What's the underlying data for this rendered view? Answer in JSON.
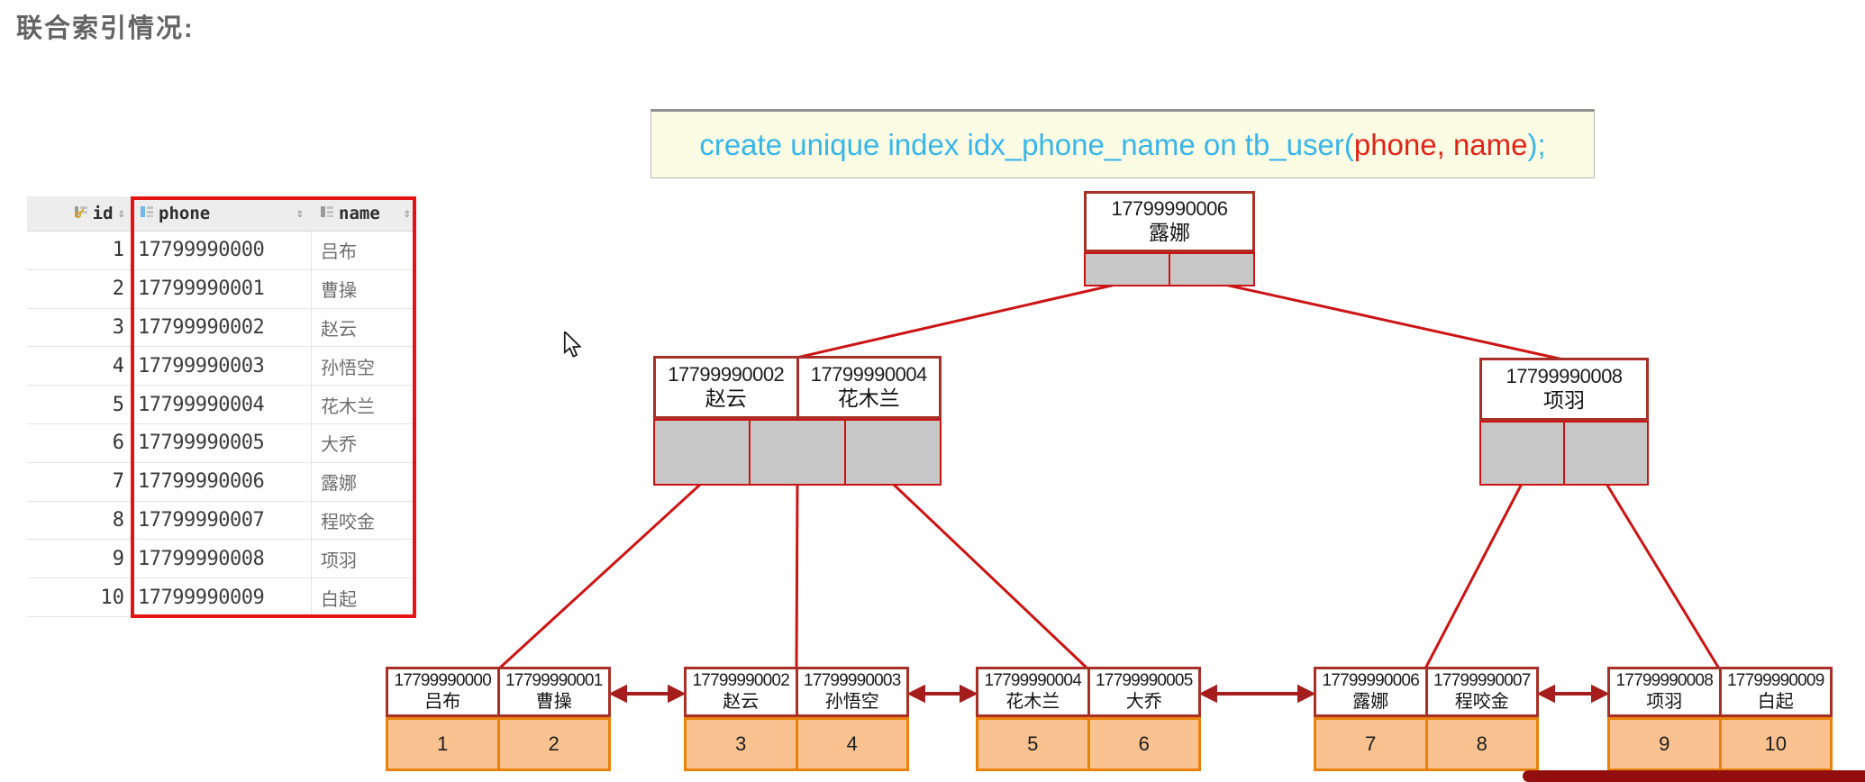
{
  "page": {
    "title": "联合索引情况:"
  },
  "sql": {
    "prefix": "create unique index idx_phone_name on tb_user(",
    "columns": "phone, name",
    "suffix": ");"
  },
  "table": {
    "columns": [
      {
        "label": "id",
        "sort_icon": "⇕"
      },
      {
        "label": "phone",
        "sort_icon": "⇕"
      },
      {
        "label": "name",
        "sort_icon": "⇕"
      }
    ],
    "rows": [
      {
        "id": "1",
        "phone": "17799990000",
        "name": "吕布"
      },
      {
        "id": "2",
        "phone": "17799990001",
        "name": "曹操"
      },
      {
        "id": "3",
        "phone": "17799990002",
        "name": "赵云"
      },
      {
        "id": "4",
        "phone": "17799990003",
        "name": "孙悟空"
      },
      {
        "id": "5",
        "phone": "17799990004",
        "name": "花木兰"
      },
      {
        "id": "6",
        "phone": "17799990005",
        "name": "大乔"
      },
      {
        "id": "7",
        "phone": "17799990006",
        "name": "露娜"
      },
      {
        "id": "8",
        "phone": "17799990007",
        "name": "程咬金"
      },
      {
        "id": "9",
        "phone": "17799990008",
        "name": "项羽"
      },
      {
        "id": "10",
        "phone": "17799990009",
        "name": "白起"
      }
    ]
  },
  "tree": {
    "root": {
      "keys": [
        {
          "phone": "17799990006",
          "name": "露娜"
        }
      ]
    },
    "internals": [
      {
        "keys": [
          {
            "phone": "17799990002",
            "name": "赵云"
          },
          {
            "phone": "17799990004",
            "name": "花木兰"
          }
        ]
      },
      {
        "keys": [
          {
            "phone": "17799990008",
            "name": "项羽"
          }
        ]
      }
    ],
    "leaves": [
      {
        "keys": [
          {
            "phone": "17799990000",
            "name": "吕布"
          },
          {
            "phone": "17799990001",
            "name": "曹操"
          }
        ],
        "ids": [
          "1",
          "2"
        ]
      },
      {
        "keys": [
          {
            "phone": "17799990002",
            "name": "赵云"
          },
          {
            "phone": "17799990003",
            "name": "孙悟空"
          }
        ],
        "ids": [
          "3",
          "4"
        ]
      },
      {
        "keys": [
          {
            "phone": "17799990004",
            "name": "花木兰"
          },
          {
            "phone": "17799990005",
            "name": "大乔"
          }
        ],
        "ids": [
          "5",
          "6"
        ]
      },
      {
        "keys": [
          {
            "phone": "17799990006",
            "name": "露娜"
          },
          {
            "phone": "17799990007",
            "name": "程咬金"
          }
        ],
        "ids": [
          "7",
          "8"
        ]
      },
      {
        "keys": [
          {
            "phone": "17799990008",
            "name": "项羽"
          },
          {
            "phone": "17799990009",
            "name": "白起"
          }
        ],
        "ids": [
          "9",
          "10"
        ]
      }
    ]
  },
  "colors": {
    "highlight_red": "#e41414",
    "line_red": "#cc1414",
    "arrow_dark_red": "#a51d1d",
    "node_border_red": "#a93028",
    "pointer_gray": "#c7c7c7",
    "leaf_orange_bg": "#f9c290",
    "leaf_orange_border": "#e8820d",
    "sql_keyword_cyan": "#38b6e8",
    "sql_column_red": "#e0241a",
    "sql_box_bg": "#fcfbe3",
    "bottom_bar_red": "#930f0f"
  }
}
